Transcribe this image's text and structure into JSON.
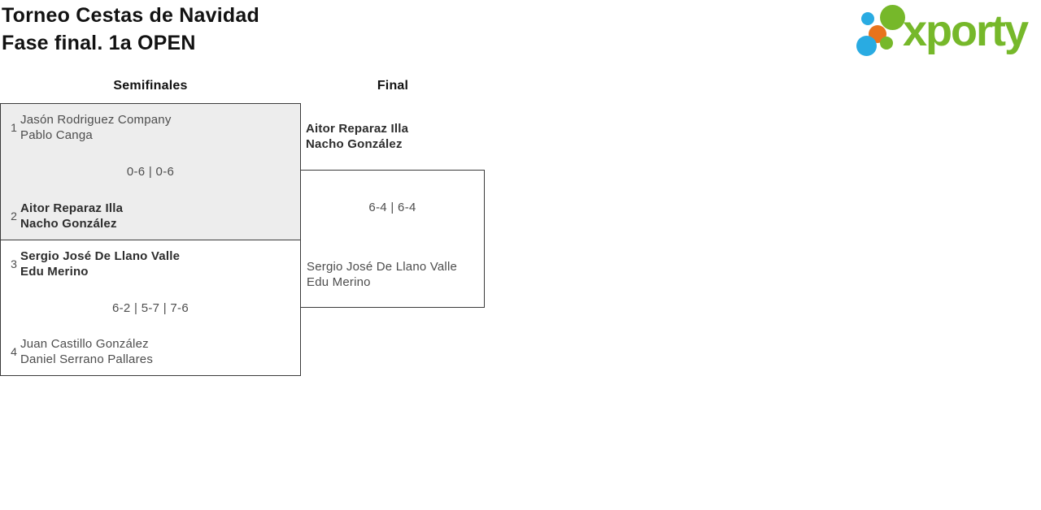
{
  "header": {
    "title_line1": "Torneo Cestas de Navidad",
    "title_line2": "Fase final. 1a OPEN"
  },
  "logo": {
    "wordmark": "xporty",
    "colors": {
      "green": "#76b82a",
      "blue": "#29abe2",
      "orange": "#e8731c"
    }
  },
  "columns": {
    "semifinals_label": "Semifinales",
    "final_label": "Final"
  },
  "bracket": {
    "semifinal_1": {
      "team_top": {
        "seed": "1",
        "player1": "Jasón Rodriguez Company",
        "player2": "Pablo Canga",
        "winner": false
      },
      "score": "0-6 | 0-6",
      "team_bottom": {
        "seed": "2",
        "player1": "Aitor Reparaz Illa",
        "player2": "Nacho González",
        "winner": true
      }
    },
    "semifinal_2": {
      "team_top": {
        "seed": "3",
        "player1": "Sergio José De Llano Valle",
        "player2": "Edu Merino",
        "winner": true
      },
      "score": "6-2 | 5-7 | 7-6",
      "team_bottom": {
        "seed": "4",
        "player1": "Juan Castillo González",
        "player2": "Daniel Serrano Pallares",
        "winner": false
      }
    },
    "final": {
      "team_top": {
        "player1": "Aitor Reparaz Illa",
        "player2": "Nacho González",
        "winner": true
      },
      "score": "6-4 | 6-4",
      "team_bottom": {
        "player1": "Sergio José De Llano Valle",
        "player2": "Edu Merino",
        "winner": false
      }
    }
  }
}
